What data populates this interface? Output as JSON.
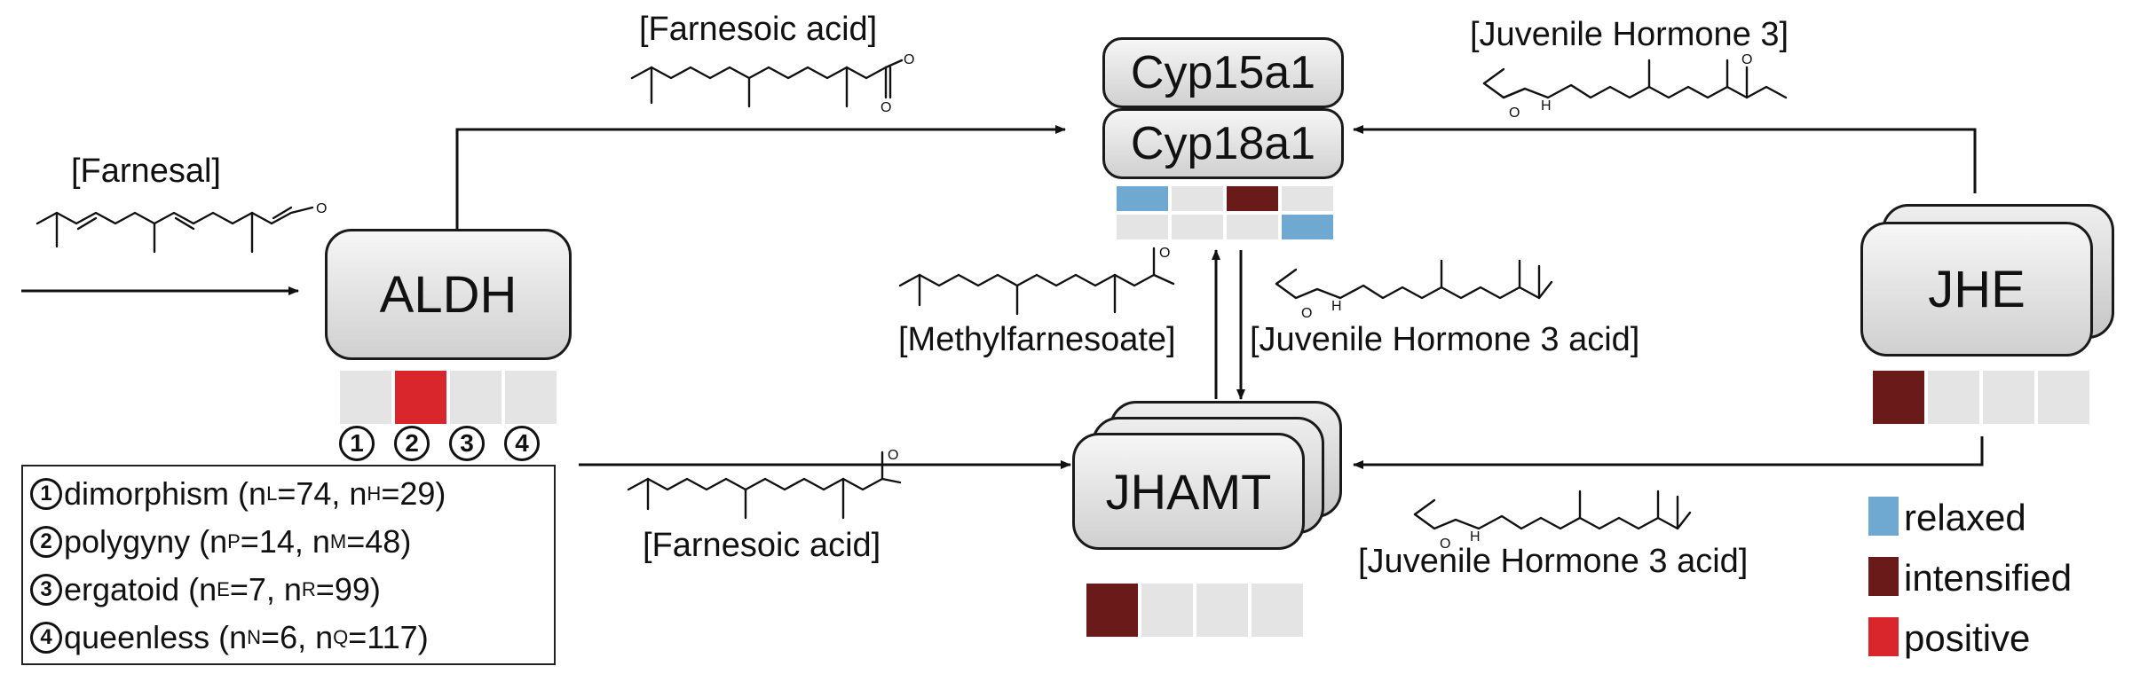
{
  "enzymes": {
    "aldh": "ALDH",
    "cyp15a1": "Cyp15a1",
    "cyp18a1": "Cyp18a1",
    "jhamt": "JHAMT",
    "jhe": "JHE"
  },
  "compounds": {
    "farnesal": "[Farnesal]",
    "farnesoic_acid_top": "[Farnesoic acid]",
    "farnesoic_acid_bottom": "[Farnesoic acid]",
    "jh3": "[Juvenile Hormone 3]",
    "methylfarnesoate": "[Methylfarnesoate]",
    "jh3_acid_center": "[Juvenile Hormone 3 acid]",
    "jh3_acid_bottom": "[Juvenile Hormone 3 acid]"
  },
  "atom_labels": {
    "oxygen": "O",
    "hydrogen": "H"
  },
  "selection_tests": {
    "numbers": [
      "1",
      "2",
      "3",
      "4"
    ],
    "rows": [
      {
        "num": "1",
        "name": "dimorphism",
        "s1": "L",
        "v1": "74",
        "s2": "H",
        "v2": "29"
      },
      {
        "num": "2",
        "name": "polygyny",
        "s1": "P",
        "v1": "14",
        "s2": "M",
        "v2": "48"
      },
      {
        "num": "3",
        "name": "ergatoid",
        "s1": "E",
        "v1": "7",
        "s2": "R",
        "v2": "99"
      },
      {
        "num": "4",
        "name": "queenless",
        "s1": "N",
        "v1": "6",
        "s2": "Q",
        "v2": "117"
      }
    ]
  },
  "heatmaps": {
    "aldh": [
      "none",
      "positive",
      "none",
      "none"
    ],
    "cyp_row1": [
      "relaxed",
      "none",
      "intensified",
      "none"
    ],
    "cyp_row2": [
      "none",
      "none",
      "none",
      "relaxed"
    ],
    "jhamt": [
      "intensified",
      "none",
      "none",
      "none"
    ],
    "jhe": [
      "intensified",
      "none",
      "none",
      "none"
    ]
  },
  "legend": {
    "relaxed": {
      "label": "relaxed",
      "color": "#6fa8d1"
    },
    "intensified": {
      "label": "intensified",
      "color": "#6b1a1a"
    },
    "positive": {
      "label": "positive",
      "color": "#d9262c"
    },
    "none": {
      "color": "#e4e4e4"
    }
  }
}
